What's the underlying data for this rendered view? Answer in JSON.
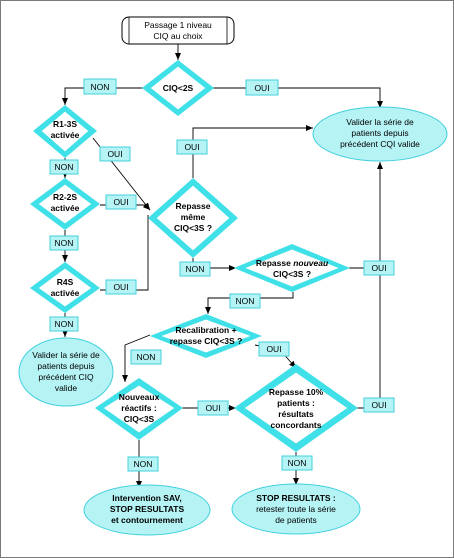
{
  "nodes": {
    "start": [
      "Passage 1 niveau",
      "CIQ au choix"
    ],
    "ciq2s": [
      "CIQ<2S"
    ],
    "r13s": [
      "R1-3S",
      "activée"
    ],
    "r22s": [
      "R2-2S",
      "activée"
    ],
    "r4s": [
      "R4S",
      "activée"
    ],
    "repasse_meme": [
      "Repasse",
      "même",
      "CIQ<3S ?"
    ],
    "repasse_nouveau_pre": "Repasse ",
    "repasse_nouveau_em": "nouveau",
    "repasse_nouveau_l2": "CIQ<3S ?",
    "recalib": [
      "Recalibration +",
      "repasse CIQ<3S ?"
    ],
    "nouveaux": [
      "Nouveaux",
      "réactifs :",
      "CIQ<3S"
    ],
    "repasse10": [
      "Repasse 10%",
      "patients :",
      "résultats",
      "concordants"
    ],
    "valider_top": [
      "Valider la série de",
      "patients depuis",
      "précédent CQI valide"
    ],
    "valider_left": [
      "Valider la série de",
      "patients depuis",
      "précédent CIQ",
      "valide"
    ],
    "intervention": [
      "Intervention SAV,",
      "STOP RESULTATS",
      "et contournement"
    ],
    "stop": [
      "STOP RESULTATS :",
      "retester toute la série",
      "de patients"
    ]
  },
  "labels": {
    "non": "NON",
    "oui": "OUI"
  },
  "colors": {
    "accent": "#40e0e8",
    "tag_fill": "#b6f3f5"
  }
}
